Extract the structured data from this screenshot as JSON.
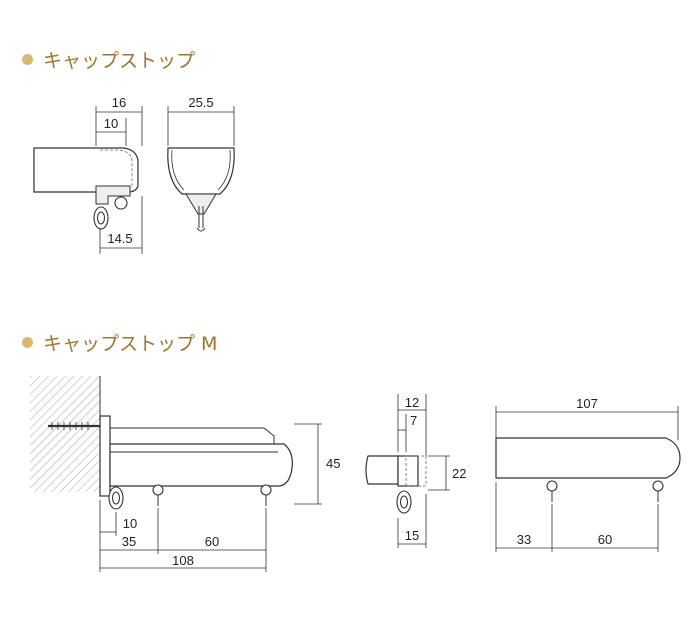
{
  "section1": {
    "title": "キャップストップ",
    "dims": {
      "top_width": "16",
      "inner_width": "10",
      "bottom_width": "14.5",
      "cap_width": "25.5"
    }
  },
  "section2": {
    "title": "キャップストップ M",
    "dims": {
      "height": "45",
      "offset_10": "10",
      "offset_35": "35",
      "spacing_60": "60",
      "total": "108",
      "side_12": "12",
      "side_7": "7",
      "side_22": "22",
      "side_15": "15",
      "front_107": "107",
      "front_33": "33",
      "front_60": "60"
    }
  },
  "colors": {
    "title": "#a0742c",
    "bullet": "#d9b873"
  }
}
